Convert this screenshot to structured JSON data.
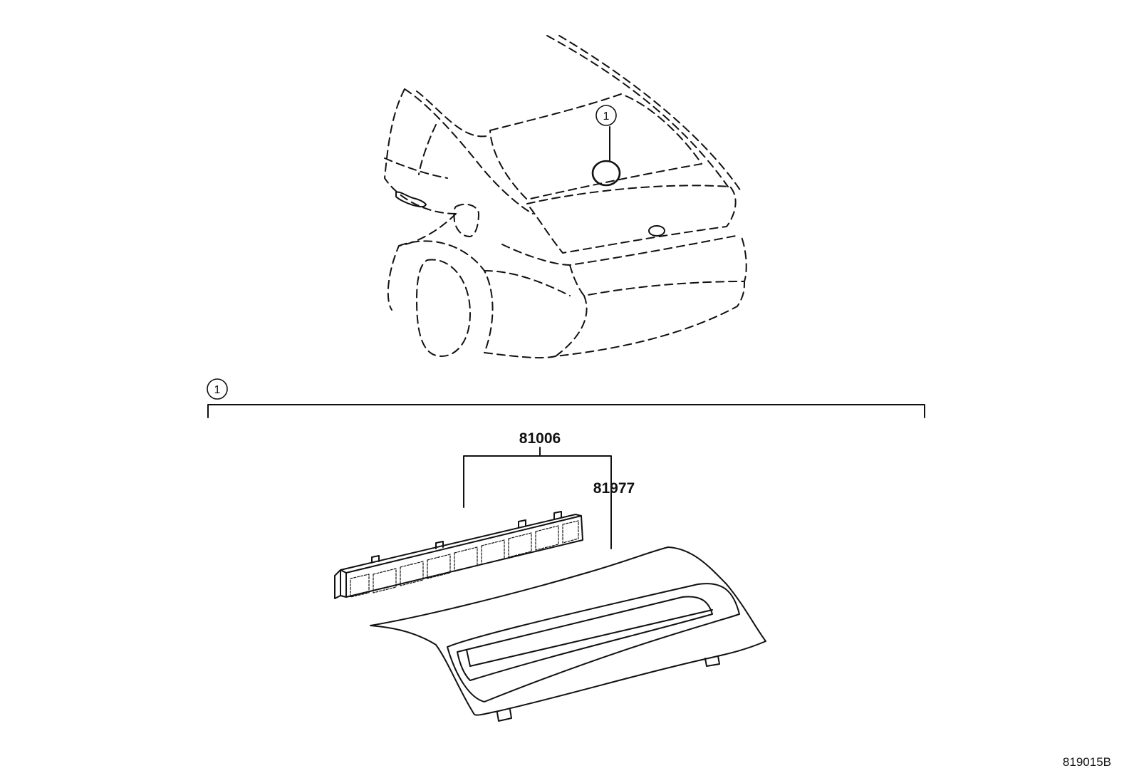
{
  "diagram": {
    "callout_top": "1",
    "callout_section": "1",
    "part_assembly": "81006",
    "part_lens": "81977",
    "reference_code": "819015B"
  },
  "colors": {
    "line": "#111111",
    "background": "#ffffff"
  }
}
